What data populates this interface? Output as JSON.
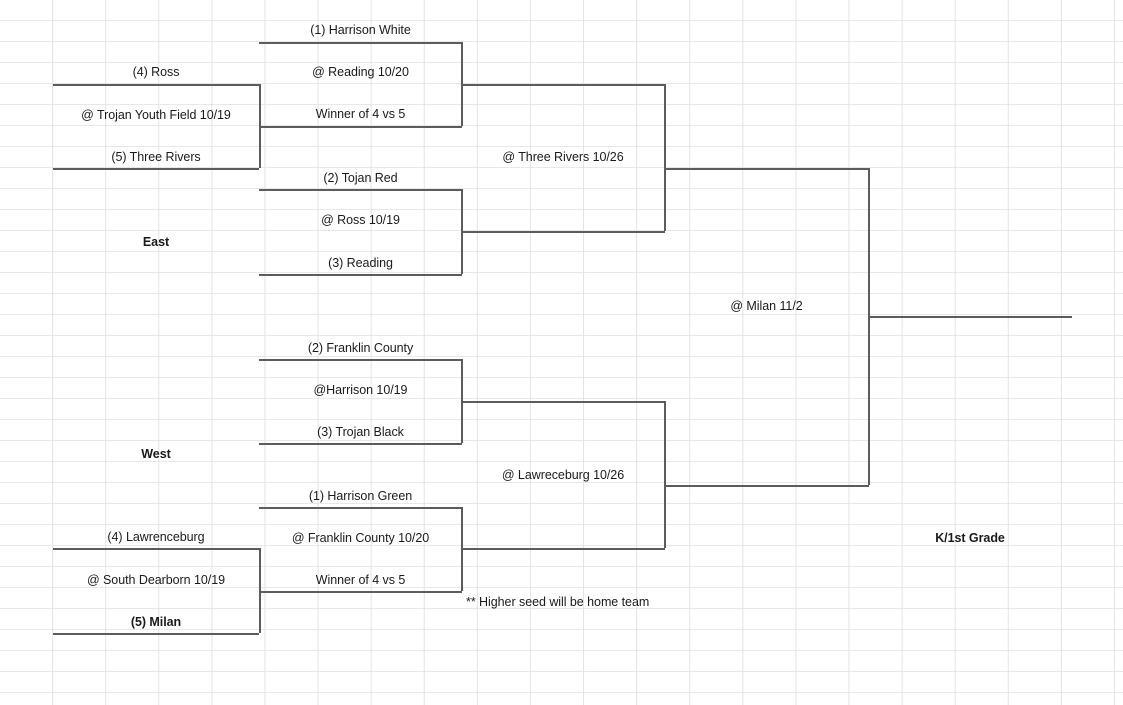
{
  "bracket": {
    "title_label": "K/1st Grade",
    "footnote": "** Higher seed will be home team",
    "regions": [
      {
        "name": "East"
      },
      {
        "name": "West"
      }
    ],
    "east": {
      "play_in": {
        "top_team": "(4) Ross",
        "site": "@ Trojan Youth Field 10/19",
        "bottom_team": "(5) Three Rivers"
      },
      "semifinal_1": {
        "top_team": "(1) Harrison White",
        "site": "@ Reading 10/20",
        "bottom_team": "Winner of 4 vs 5"
      },
      "semifinal_2": {
        "top_team": "(2) Tojan Red",
        "site": "@ Ross 10/19",
        "bottom_team": "(3) Reading"
      },
      "final": {
        "site": "@ Three Rivers 10/26"
      }
    },
    "west": {
      "play_in": {
        "top_team": "(4) Lawrenceburg",
        "site": "@ South Dearborn 10/19",
        "bottom_team": "(5) Milan"
      },
      "semifinal_1": {
        "top_team": "(2) Franklin County",
        "site": "@Harrison 10/19",
        "bottom_team": "(3) Trojan Black"
      },
      "semifinal_2": {
        "top_team": "(1) Harrison Green",
        "site": "@ Franklin County 10/20",
        "bottom_team": "Winner of 4 vs 5"
      },
      "final": {
        "site": "@ Lawreceburg 10/26"
      }
    },
    "championship": {
      "site": "@ Milan 11/2"
    }
  },
  "colors": {
    "bracket_line": "#5c5c5c",
    "grid_line": "#e3e3e3",
    "text": "#1b1b1b"
  }
}
